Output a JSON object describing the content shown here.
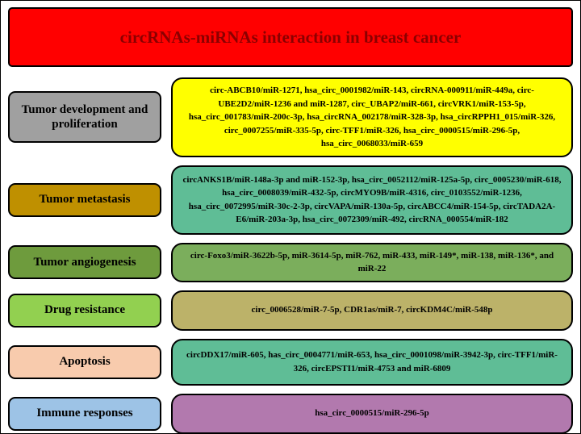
{
  "title": "circRNAs-miRNAs interaction in breast cancer",
  "title_bg": "#FF0000",
  "title_color": "#8B0000",
  "border_color": "#000000",
  "rows": [
    {
      "label": "Tumor development and proliferation",
      "label_bg": "#A0A0A0",
      "content_bg": "#FFFF00",
      "content": "circ-ABCB10/miR-1271, hsa_circ_0001982/miR-143, circRNA-000911/miR-449a, circ-UBE2D2/miR-1236 and miR-1287, circ_UBAP2/miR-661, circVRK1/miR-153-5p, hsa_circ_001783/miR-200c-3p, hsa_circRNA_002178/miR-328-3p, hsa_circRPPH1_015/miR-326, circ_0007255/miR-335-5p, circ-TFF1/miR-326, hsa_circ_0000515/miR-296-5p, hsa_circ_0068033/miR-659"
    },
    {
      "label": "Tumor metastasis",
      "label_bg": "#BF9000",
      "content_bg": "#5FBD96",
      "content": "circANKS1B/miR-148a-3p and miR-152-3p, hsa_circ_0052112/miR-125a-5p, circ_0005230/miR-618, hsa_circ_0008039/miR-432-5p, circMYO9B/miR-4316, circ_0103552/miR-1236, hsa_circ_0072995/miR-30c-2-3p, circVAPA/miR-130a-5p, circABCC4/miR-154-5p, circTADA2A-E6/miR-203a-3p, hsa_circ_0072309/miR-492, circRNA_000554/miR-182"
    },
    {
      "label": "Tumor angiogenesis",
      "label_bg": "#6E9B3D",
      "content_bg": "#7BAE5C",
      "content": "circ-Foxo3/miR-3622b-5p, miR-3614-5p, miR-762, miR-433, miR-149*, miR-138, miR-136*, and miR-22"
    },
    {
      "label": "Drug resistance",
      "label_bg": "#92D050",
      "content_bg": "#BCB269",
      "content": "circ_0006528/miR-7-5p, CDR1as/miR-7, circKDM4C/miR-548p"
    },
    {
      "label": "Apoptosis",
      "label_bg": "#F8CBAD",
      "content_bg": "#5FBD96",
      "content": "circDDX17/miR-605, has_circ_0004771/miR-653, hsa_circ_0001098/miR-3942-3p, circ-TFF1/miR-326, circEPSTI1/miR-4753 and miR-6809"
    },
    {
      "label": "Immune responses",
      "label_bg": "#9DC3E6",
      "content_bg": "#B279AE",
      "content": "hsa_circ_0000515/miR-296-5p"
    }
  ]
}
